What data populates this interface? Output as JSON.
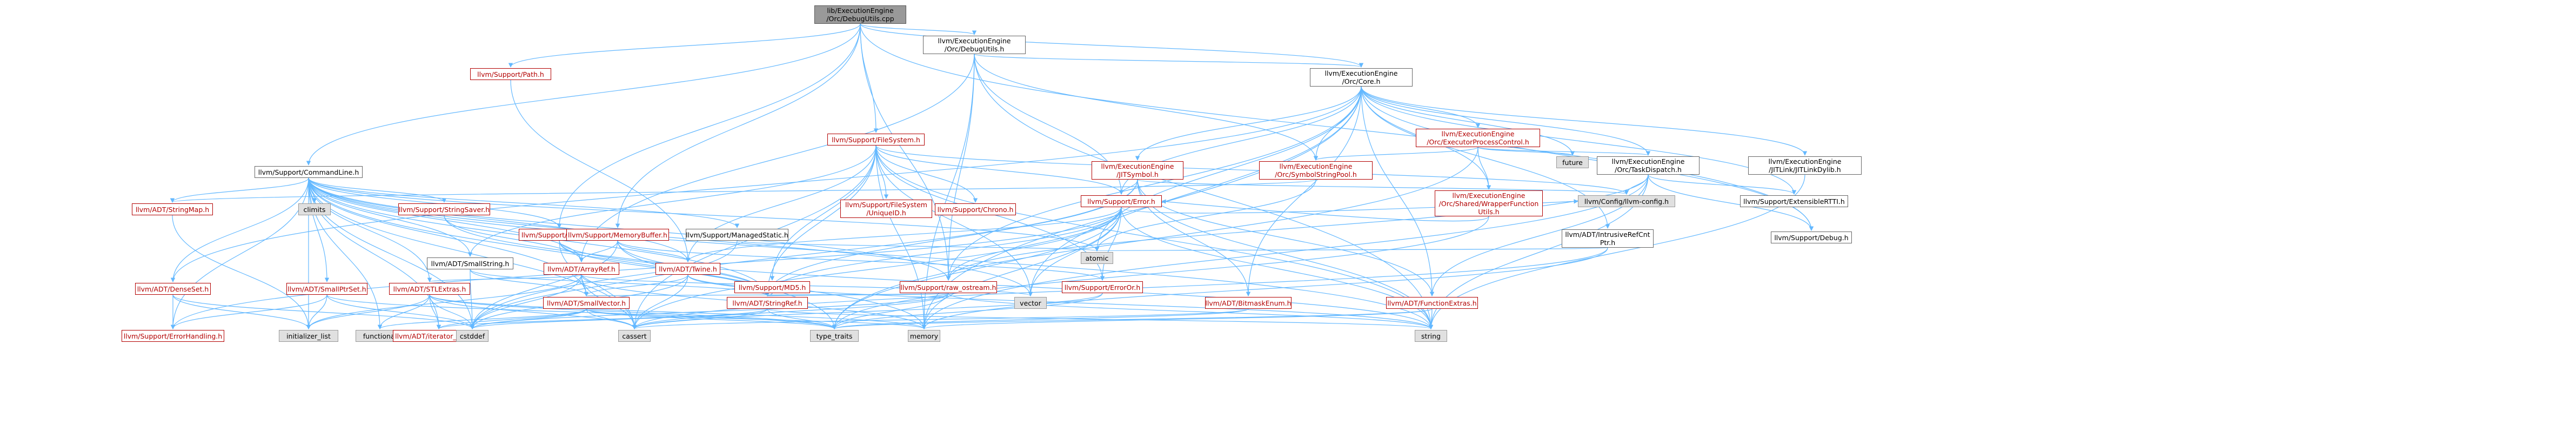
{
  "nodes": [
    {
      "id": "root",
      "kind": "root",
      "lines": [
        "lib/ExecutionEngine",
        "/Orc/DebugUtils.cpp"
      ]
    },
    {
      "id": "orc_debugutils",
      "kind": "black",
      "lines": [
        "llvm/ExecutionEngine",
        "/Orc/DebugUtils.h"
      ]
    },
    {
      "id": "support_path",
      "kind": "red",
      "lines": [
        "llvm/Support/Path.h"
      ]
    },
    {
      "id": "support_filesystem",
      "kind": "red",
      "lines": [
        "llvm/Support/FileSystem.h"
      ]
    },
    {
      "id": "support_commandline",
      "kind": "black",
      "lines": [
        "llvm/Support/CommandLine.h"
      ]
    },
    {
      "id": "orc_core",
      "kind": "black",
      "lines": [
        "llvm/ExecutionEngine",
        "/Orc/Core.h"
      ]
    },
    {
      "id": "orc_executorprocesscontrol",
      "kind": "red",
      "lines": [
        "llvm/ExecutionEngine",
        "/Orc/ExecutorProcessControl.h"
      ]
    },
    {
      "id": "orc_symbolstringpool",
      "kind": "red",
      "lines": [
        "llvm/ExecutionEngine",
        "/Orc/SymbolStringPool.h"
      ]
    },
    {
      "id": "jitsymbol",
      "kind": "red",
      "lines": [
        "llvm/ExecutionEngine",
        "/JITSymbol.h"
      ]
    },
    {
      "id": "orc_wrapperfunctionutils",
      "kind": "red",
      "lines": [
        "llvm/ExecutionEngine",
        "/Orc/Shared/WrapperFunction",
        "Utils.h"
      ]
    },
    {
      "id": "future",
      "kind": "gray",
      "lines": [
        "future"
      ]
    },
    {
      "id": "orc_taskdispatch",
      "kind": "black",
      "lines": [
        "llvm/ExecutionEngine",
        "/Orc/TaskDispatch.h"
      ]
    },
    {
      "id": "jitlink",
      "kind": "black",
      "lines": [
        "llvm/ExecutionEngine",
        "/JITLink/JITLinkDylib.h"
      ]
    },
    {
      "id": "config",
      "kind": "gray",
      "lines": [
        "llvm/Config/llvm-config.h"
      ]
    },
    {
      "id": "extensiblertti",
      "kind": "black",
      "lines": [
        "llvm/Support/ExtensibleRTTI.h"
      ]
    },
    {
      "id": "support_debug",
      "kind": "black",
      "lines": [
        "llvm/Support/Debug.h"
      ]
    },
    {
      "id": "support_error",
      "kind": "red",
      "lines": [
        "llvm/Support/Error.h"
      ]
    },
    {
      "id": "fs_uniqueid",
      "kind": "red",
      "lines": [
        "llvm/Support/FileSystem",
        "/UniqueID.h"
      ]
    },
    {
      "id": "support_chrono",
      "kind": "red",
      "lines": [
        "llvm/Support/Chrono.h"
      ]
    },
    {
      "id": "intrusiverefcnt",
      "kind": "black",
      "lines": [
        "llvm/ADT/IntrusiveRefCnt",
        "Ptr.h"
      ]
    },
    {
      "id": "adt_stringmap",
      "kind": "red",
      "lines": [
        "llvm/ADT/StringMap.h"
      ]
    },
    {
      "id": "cctype",
      "kind": "gray",
      "lines": [
        "climits"
      ]
    },
    {
      "id": "stringsaver",
      "kind": "red",
      "lines": [
        "llvm/Support/StringSaver.h"
      ]
    },
    {
      "id": "support_format",
      "kind": "red",
      "lines": [
        "llvm/Support/Format.h"
      ]
    },
    {
      "id": "memorybuffer",
      "kind": "red",
      "lines": [
        "llvm/Support/MemoryBuffer.h"
      ]
    },
    {
      "id": "managedstatic",
      "kind": "black",
      "lines": [
        "llvm/Support/ManagedStatic.h"
      ]
    },
    {
      "id": "atomic",
      "kind": "gray",
      "lines": [
        "atomic"
      ]
    },
    {
      "id": "erroror",
      "kind": "red",
      "lines": [
        "llvm/Support/ErrorOr.h"
      ]
    },
    {
      "id": "adt_densemap",
      "kind": "red",
      "lines": [
        "llvm/ADT/DenseSet.h"
      ]
    },
    {
      "id": "adt_smallptrset",
      "kind": "red",
      "lines": [
        "llvm/ADT/SmallPtrSet.h"
      ]
    },
    {
      "id": "adt_smallstring",
      "kind": "black",
      "lines": [
        "llvm/ADT/SmallString.h"
      ]
    },
    {
      "id": "adt_arrayref",
      "kind": "red",
      "lines": [
        "llvm/ADT/ArrayRef.h"
      ]
    },
    {
      "id": "adt_twine",
      "kind": "red",
      "lines": [
        "llvm/ADT/Twine.h"
      ]
    },
    {
      "id": "md5",
      "kind": "red",
      "lines": [
        "llvm/Support/MD5.h"
      ]
    },
    {
      "id": "raw_ostream",
      "kind": "red",
      "lines": [
        "llvm/Support/raw_ostream.h"
      ]
    },
    {
      "id": "adt_stlextras",
      "kind": "red",
      "lines": [
        "llvm/ADT/STLExtras.h"
      ]
    },
    {
      "id": "adt_smallvector",
      "kind": "red",
      "lines": [
        "llvm/ADT/SmallVector.h"
      ]
    },
    {
      "id": "adt_stringref",
      "kind": "red",
      "lines": [
        "llvm/ADT/StringRef.h"
      ]
    },
    {
      "id": "bitmaskenum",
      "kind": "red",
      "lines": [
        "llvm/ADT/BitmaskEnum.h"
      ]
    },
    {
      "id": "functionextras",
      "kind": "red",
      "lines": [
        "llvm/ADT/FunctionExtras.h"
      ]
    },
    {
      "id": "vector",
      "kind": "gray",
      "lines": [
        "vector"
      ]
    },
    {
      "id": "errorhandling",
      "kind": "red",
      "lines": [
        "llvm/Support/ErrorHandling.h"
      ]
    },
    {
      "id": "initializer_list",
      "kind": "gray",
      "lines": [
        "initializer_list"
      ]
    },
    {
      "id": "functional",
      "kind": "gray",
      "lines": [
        "functional"
      ]
    },
    {
      "id": "iterator_range",
      "kind": "red",
      "lines": [
        "llvm/ADT/iterator_range.h"
      ]
    },
    {
      "id": "cstddef",
      "kind": "gray",
      "lines": [
        "cstddef"
      ]
    },
    {
      "id": "cassert",
      "kind": "gray",
      "lines": [
        "cassert"
      ]
    },
    {
      "id": "type_traits",
      "kind": "gray",
      "lines": [
        "type_traits"
      ]
    },
    {
      "id": "memory",
      "kind": "gray",
      "lines": [
        "memory"
      ]
    },
    {
      "id": "string",
      "kind": "gray",
      "lines": [
        "string"
      ]
    }
  ],
  "edge_color": "#63b8ff"
}
